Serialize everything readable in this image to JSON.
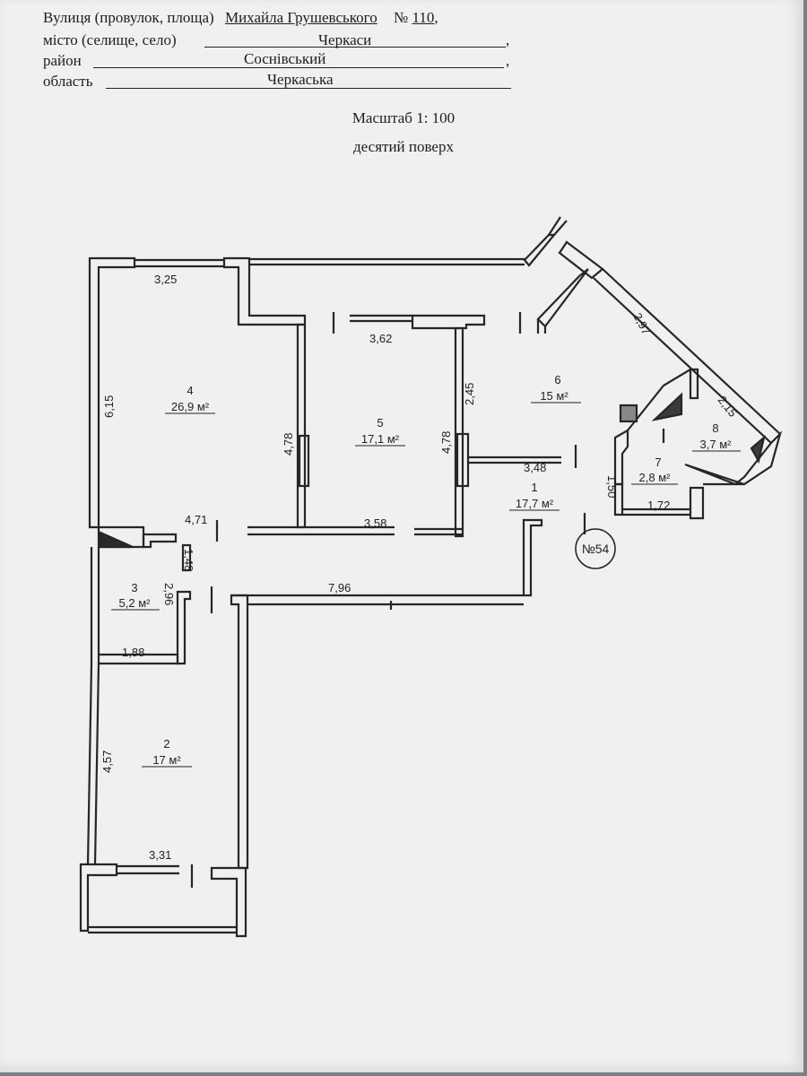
{
  "header": {
    "street_label": "Вулиця (провулок, площа)",
    "street_value": "Михайла Грушевського",
    "number_label": "№",
    "number_value": "110",
    "city_label": "місто (селище, село)",
    "city_value": "Черкаси",
    "district_label": "район",
    "district_value": "Соснівський",
    "region_label": "область",
    "region_value": "Черкаська"
  },
  "plan": {
    "scale": "Масштаб 1: 100",
    "floor": "десятий поверх",
    "apartment_badge": "№54",
    "rooms": [
      {
        "number": "1",
        "area": "17,7 м²"
      },
      {
        "number": "2",
        "area": "17 м²"
      },
      {
        "number": "3",
        "area": "5,2 м²"
      },
      {
        "number": "4",
        "area": "26,9 м²"
      },
      {
        "number": "5",
        "area": "17,1 м²"
      },
      {
        "number": "6",
        "area": "15 м²"
      },
      {
        "number": "7",
        "area": "2,8 м²"
      },
      {
        "number": "8",
        "area": "3,7 м²"
      }
    ],
    "dimensions": {
      "d_3_25": "3,25",
      "d_6_15": "6,15",
      "d_4_78_a": "4,78",
      "d_3_62": "3,62",
      "d_2_45": "2,45",
      "d_4_78_b": "4,78",
      "d_2_97": "2,97",
      "d_2_15": "2,15",
      "d_3_48": "3,48",
      "d_1_50": "1,50",
      "d_1_72": "1,72",
      "d_4_71": "4,71",
      "d_3_58": "3,58",
      "d_1_48": "1,48",
      "d_2_96": "2,96",
      "d_7_96": "7,96",
      "d_1_88": "1,88",
      "d_4_57": "4,57",
      "d_3_31": "3,31"
    }
  }
}
